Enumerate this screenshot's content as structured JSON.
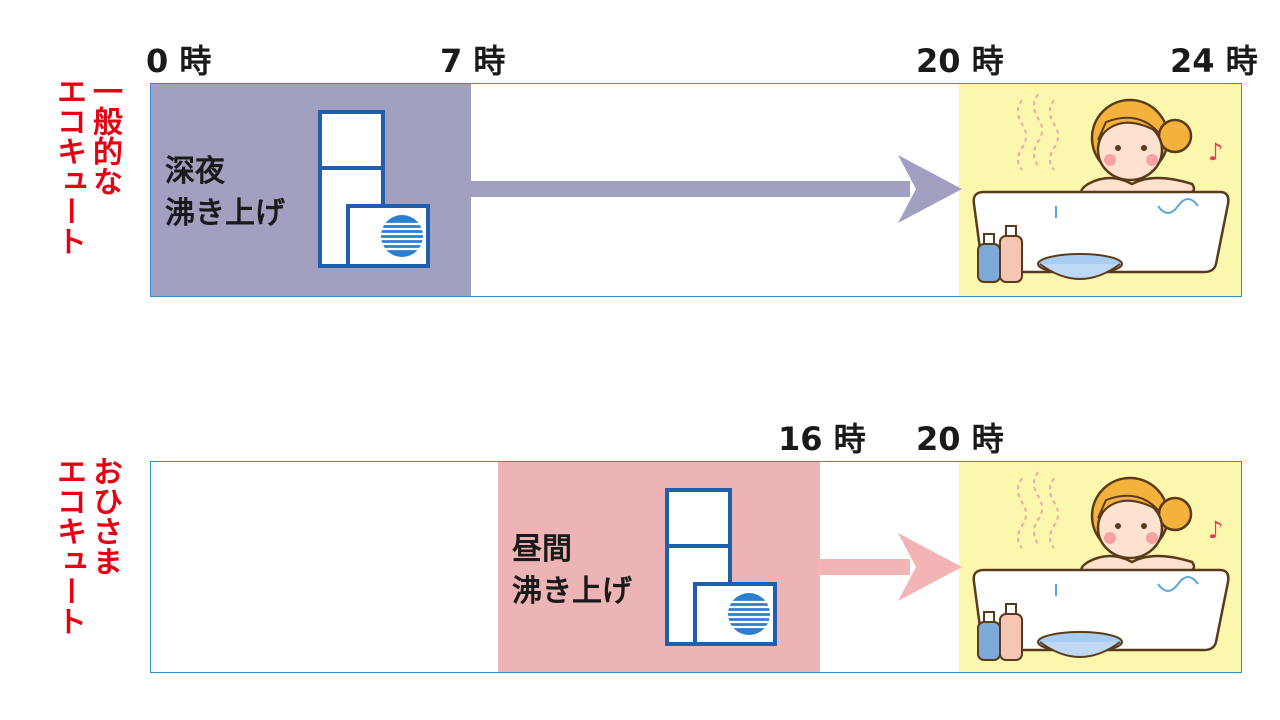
{
  "rows": [
    {
      "label_line1": "一般的な",
      "label_line2": "エコキュート",
      "hours": [
        "0 時",
        "7 時",
        "20 時",
        "24 時"
      ],
      "segment_label_1": "深夜",
      "segment_label_2": "沸き上げ",
      "colors": {
        "heating": "#a2a0c1",
        "arrow": "#a2a0c1",
        "bath": "#fbf7ad",
        "border": "#2f8fd1"
      }
    },
    {
      "label_line1": "おひさま",
      "label_line2": "エコキュート",
      "hours": [
        "16 時",
        "20 時"
      ],
      "segment_label_1": "昼間",
      "segment_label_2": "沸き上げ",
      "colors": {
        "heating": "#ecb4b4",
        "arrow": "#f2b4b4",
        "bath": "#fbf7ad",
        "border": "#2f8fd1"
      }
    }
  ],
  "icons": {
    "heater": "water-heater-icon",
    "bath": "bathing-woman-icon",
    "note": "music-note-icon"
  }
}
